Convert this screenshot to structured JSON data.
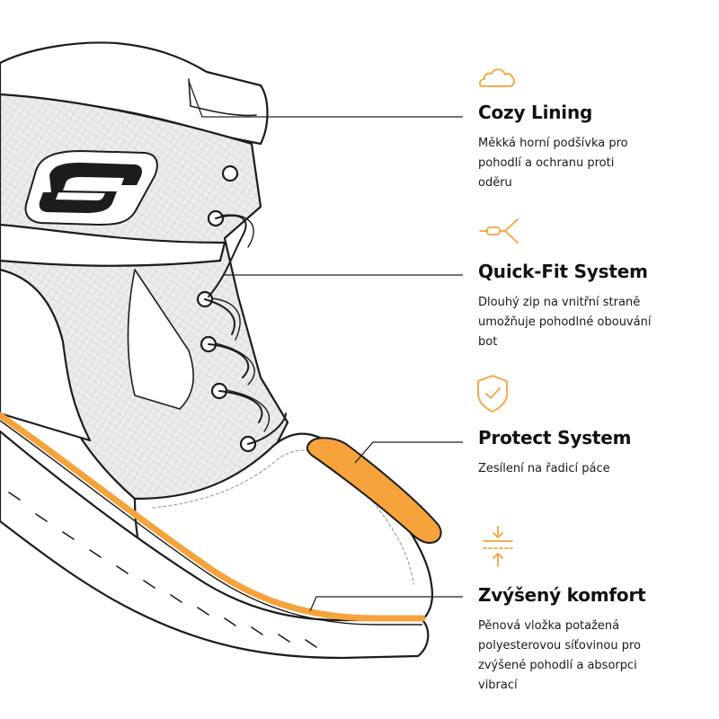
{
  "accent": "#f6a33c",
  "line_color": "#222222",
  "features": [
    {
      "title": "Cozy Lining",
      "description": "Měkká horní podšívka pro pohodlí a ochranu proti oděru",
      "icon": "cloud-icon"
    },
    {
      "title": "Quick-Fit System",
      "description": "Dlouhý zip na vnitřní straně umožňuje pohodlné obouvání bot",
      "icon": "zipper-icon"
    },
    {
      "title": "Protect System",
      "description": "Zesílení na řadicí páce",
      "icon": "shield-check-icon"
    },
    {
      "title": "Zvýšený komfort",
      "description": "Pěnová vložka potažená polyesterovou síťovinou pro zvýšené pohodlí a absorpci vibrací",
      "icon": "compression-icon"
    }
  ]
}
